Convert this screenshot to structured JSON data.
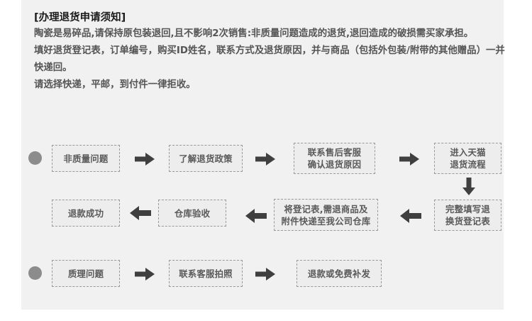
{
  "notice": {
    "title": "[办理退货申请须知]",
    "lines": [
      "陶瓷是易碎品,请保持原包装退回,且不影响2次销售:非质量问题造成的退货,退回造成的破损需买家承担。",
      "填好退货登记表，订单编号，购买ID姓名，联系方式及退货原因，并与商品（包括外包装/附带的其他赠品）一并快递回。",
      "请选择快递，平邮，到付件一律拒收。"
    ]
  },
  "flow": {
    "row1": {
      "box1": "非质量问题",
      "box2": "了解退货政策",
      "box3_line1": "联系售后客服",
      "box3_line2": "确认退货原因",
      "box4_line1": "进入天猫",
      "box4_line2": "退货流程"
    },
    "row2": {
      "box1": "退款成功",
      "box2": "仓库验收",
      "box3_line1": "将登记表,需退商品及",
      "box3_line2": "附件快递至我公司仓库",
      "box4_line1": "完整填写退",
      "box4_line2": "换货登记表"
    },
    "row3": {
      "box1": "质理问题",
      "box2": "联系客服拍照",
      "box3": "退款或免费补发"
    },
    "arrows": {
      "right": "arrow-right-icon",
      "left": "arrow-left-icon",
      "down": "arrow-down-icon"
    },
    "bullets": {
      "row1": "bullet-dot",
      "row3": "bullet-dot"
    }
  },
  "colors": {
    "panel_bg": "#f1f1f1",
    "box_bg": "#ededed",
    "box_border": "#9a9a9a",
    "arrow": "#3f3f3f",
    "bullet": "#8c8c8c",
    "title_text": "#1b1b1b",
    "body_text": "#555555",
    "box_text": "#5a5a5a"
  }
}
